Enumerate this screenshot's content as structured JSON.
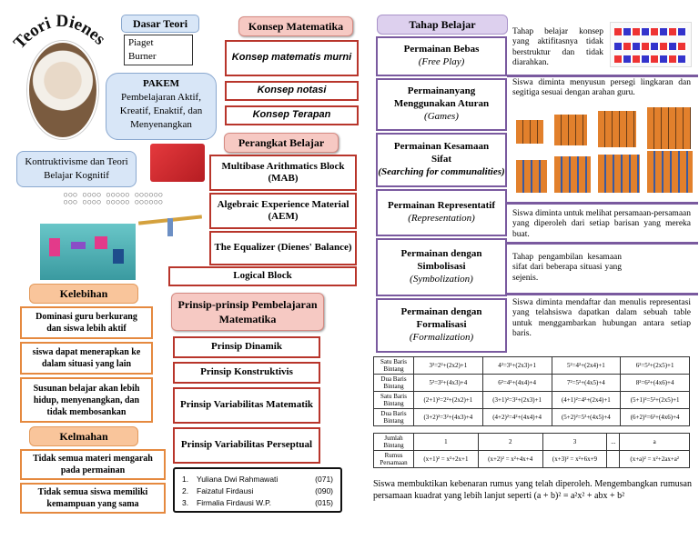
{
  "title": "Teori Dienes",
  "dasar_teori": {
    "head": "Dasar Teori",
    "items": [
      "Piaget",
      "Burner"
    ]
  },
  "pakem": {
    "head": "PAKEM",
    "body": "Pembelajaran Aktif, Kreatif, Enaktif, dan Menyenangkan"
  },
  "konstruktivisme": "Kontruktivisme dan Teori Belajar Kognitif",
  "konsep": {
    "head": "Konsep Matematika",
    "items": [
      "Konsep matematis murni",
      "Konsep notasi",
      "Konsep Terapan"
    ]
  },
  "perangkat": {
    "head": "Perangkat Belajar",
    "items": [
      "Multibase Arithmatics Block (MAB)",
      "Algebraic Experience Material (AEM)",
      "The Equalizer (Dienes' Balance)",
      "Logical Block"
    ]
  },
  "prinsip": {
    "head": "Prinsip-prinsip Pembelajaran Matematika",
    "items": [
      "Prinsip Dinamik",
      "Prinsip Konstruktivis",
      "Prinsip Variabilitas Matematik",
      "Prinsip Variabilitas Perseptual"
    ]
  },
  "kelebihan": {
    "head": "Kelebihan",
    "items": [
      "Dominasi guru berkurang dan siswa lebih aktif",
      "siswa dapat menerapkan ke dalam situasi yang lain",
      "Susunan belajar akan lebih hidup, menyenangkan, dan tidak membosankan"
    ]
  },
  "kelemahan": {
    "head": "Kelmahan",
    "items": [
      "Tidak semua materi mengarah pada permainan",
      "Tidak semua siswa memiliki kemampuan yang sama"
    ]
  },
  "authors": [
    {
      "no": "1.",
      "name": "Yuliana Dwi Rahmawati",
      "id": "(071)"
    },
    {
      "no": "2.",
      "name": "Faizatul Firdausi",
      "id": "(090)"
    },
    {
      "no": "3.",
      "name": "Firmalia Firdausi W.P.",
      "id": "(015)"
    }
  ],
  "tahap": {
    "head": "Tahap Belajar",
    "stages": [
      {
        "l1": "Permainan Bebas",
        "l2": "",
        "it": "(Free Play)",
        "desc": "Tahap belajar konsep yang aktifitasnya tidak berstruktur dan tidak diarahkan."
      },
      {
        "l1": "Permainanyang",
        "l2": "Menggunakan Aturan",
        "it": "(Games)",
        "desc": "Siswa diminta menyusun persegi lingkaran dan segitiga sesuai dengan arahan guru."
      },
      {
        "l1": "Permainan Kesamaan",
        "l2": "Sifat",
        "it": "(Searching for communalities)",
        "desc": "Tahap pengambilan kesamaan sifat dari beberapa situasi yang sejenis."
      },
      {
        "l1": "Permainan Representatif",
        "l2": "",
        "it": "(Representation)",
        "desc": "Siswa diminta untuk melihat persamaan-persamaan yang diperoleh dari setiap barisan yang mereka buat."
      },
      {
        "l1": "Permainan dengan",
        "l2": "Simbolisasi",
        "it": "(Symbolization)",
        "desc": ""
      },
      {
        "l1": "Permainan dengan",
        "l2": "Formalisasi",
        "it": "(Formalization)",
        "desc": "Siswa diminta mendaftar dan menulis representasi yang telahsiswa dapatkan dalam sebuah table untuk menggambarkan hubungan antara setiap baris."
      }
    ]
  },
  "table1": [
    [
      "Satu Baris Bintang",
      "3²=2²+(2x2)+1",
      "4²=3²+(2x3)+1",
      "5²=4²+(2x4)+1",
      "6²=5²+(2x5)+1"
    ],
    [
      "Dua Baris Bintang",
      "5²=3²+(4x3)+4",
      "6²=4²+(4x4)+4",
      "7²=5²+(4x5)+4",
      "8²=6²+(4x6)+4"
    ]
  ],
  "table2": [
    [
      "Satu Baris Bintang",
      "(2+1)²=2²+(2x2)+1",
      "(3+1)²=3²+(2x3)+1",
      "(4+1)²=4²+(2x4)+1",
      "(5+1)²=5²+(2x5)+1"
    ],
    [
      "Dua Baris Bintang",
      "(3+2)²=3²+(4x3)+4",
      "(4+2)²=4²+(4x4)+4",
      "(5+2)²=5²+(4x5)+4",
      "(6+2)²=6²+(4x6)+4"
    ]
  ],
  "table3": {
    "row1": [
      "Jumlah Bintang",
      "1",
      "2",
      "3",
      "...",
      "a"
    ],
    "row2": [
      "Rumus Persamaan",
      "(x+1)² = x²+2x+1",
      "(x+2)² = x²+4x+4",
      "(x+3)² = x²+6x+9",
      "",
      "(x+a)² = x²+2ax+a²"
    ]
  },
  "footer": "Siswa membuktikan kebenaran rumus yang telah diperoleh. Mengembangkan rumusan persamaan kuadrat yang lebih lanjut seperti (a + b)² = a²x² + abx + b²"
}
